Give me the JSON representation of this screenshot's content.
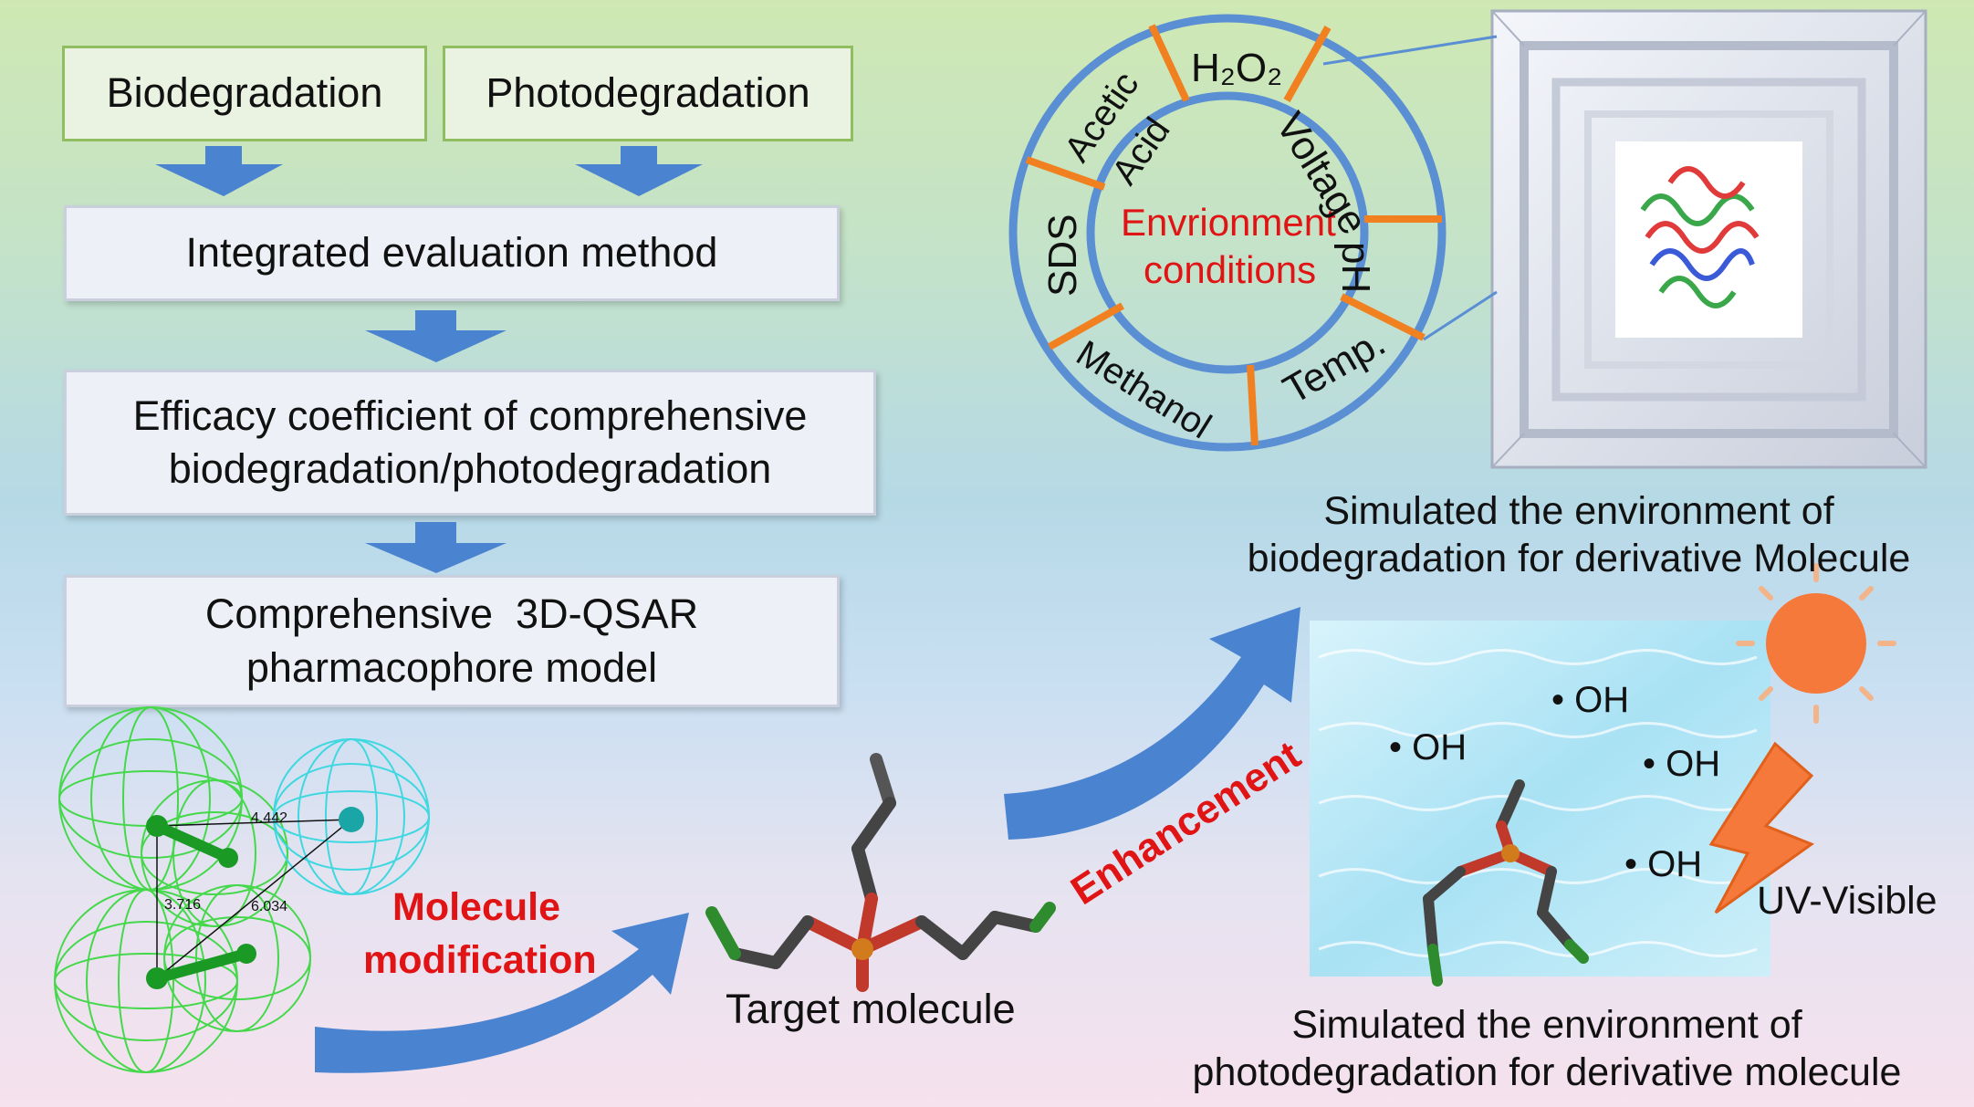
{
  "flow": {
    "top_left": "Biodegradation",
    "top_right": "Photodegradation",
    "step1": "Integrated evaluation method",
    "step2_line1": "Efficacy coefficient of comprehensive",
    "step2_line2": "biodegradation/photodegradation",
    "step3_line1": "Comprehensive  3D-QSAR",
    "step3_line2": "pharmacophore model"
  },
  "pharmacophore": {
    "dist_a": "4.442",
    "dist_b": "3.716",
    "dist_c": "6.034"
  },
  "labels": {
    "molecule_mod_line1": "Molecule",
    "molecule_mod_line2": "modification",
    "target_molecule": "Target molecule",
    "enhancement": "Enhancement",
    "uv_visible": "UV-Visible",
    "bio_caption_line1": "Simulated the environment of",
    "bio_caption_line2": "biodegradation for derivative Molecule",
    "photo_caption_line1": "Simulated the environment of",
    "photo_caption_line2": "photodegradation for derivative molecule",
    "oh": "• OH"
  },
  "wheel": {
    "center_line1": "Envrionment",
    "center_line2": "conditions",
    "h2o2": "H₂O₂",
    "voltage": "Voltage",
    "ph": "pH",
    "temp": "Temp.",
    "methanol": "Methanol",
    "sds": "SDS",
    "acetic_line1": "Acetic",
    "acetic_line2": "Acid"
  },
  "colors": {
    "arrow_blue": "#4a83d0",
    "ring_blue": "#5b8fd4",
    "spoke_orange": "#f08020",
    "accent_red": "#e01414",
    "sun_orange": "#f5793a"
  }
}
